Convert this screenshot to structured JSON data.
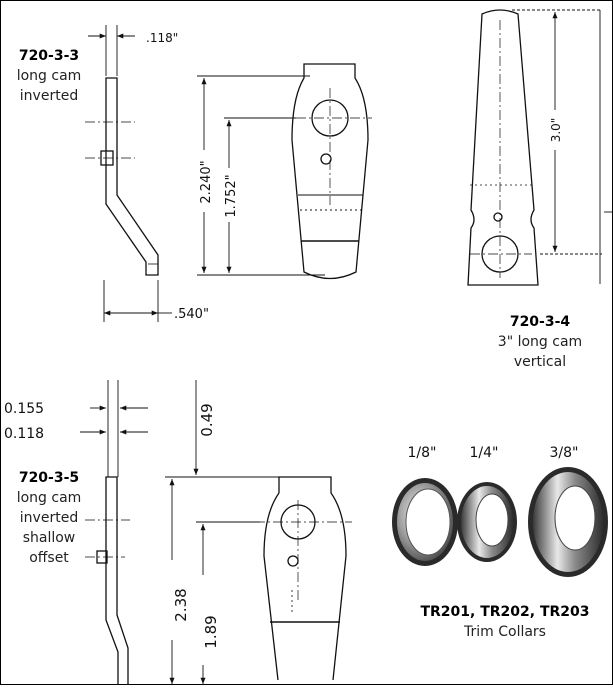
{
  "parts": {
    "p1": {
      "number": "720-3-3",
      "description": [
        "long cam",
        "inverted"
      ]
    },
    "p2": {
      "number": "720-3-4",
      "description": [
        "3\" long cam",
        "vertical"
      ]
    },
    "p3": {
      "number": "720-3-5",
      "description": [
        "long cam",
        "inverted",
        "shallow",
        "offset"
      ]
    },
    "p4": {
      "number": "TR201, TR202, TR203",
      "description": [
        "Trim Collars"
      ]
    }
  },
  "dimensions": {
    "d_118_top": ".118\"",
    "d_2240": "2.240\"",
    "d_1752": "1.752\"",
    "d_540": ".540\"",
    "d_30": "3.0\"",
    "d_0155": "0.155",
    "d_0118": "0.118",
    "d_049": "0.49",
    "d_238": "2.38",
    "d_189": "1.89"
  },
  "collars": {
    "size_1": "1/8\"",
    "size_2": "1/4\"",
    "size_3": "3/8\""
  }
}
